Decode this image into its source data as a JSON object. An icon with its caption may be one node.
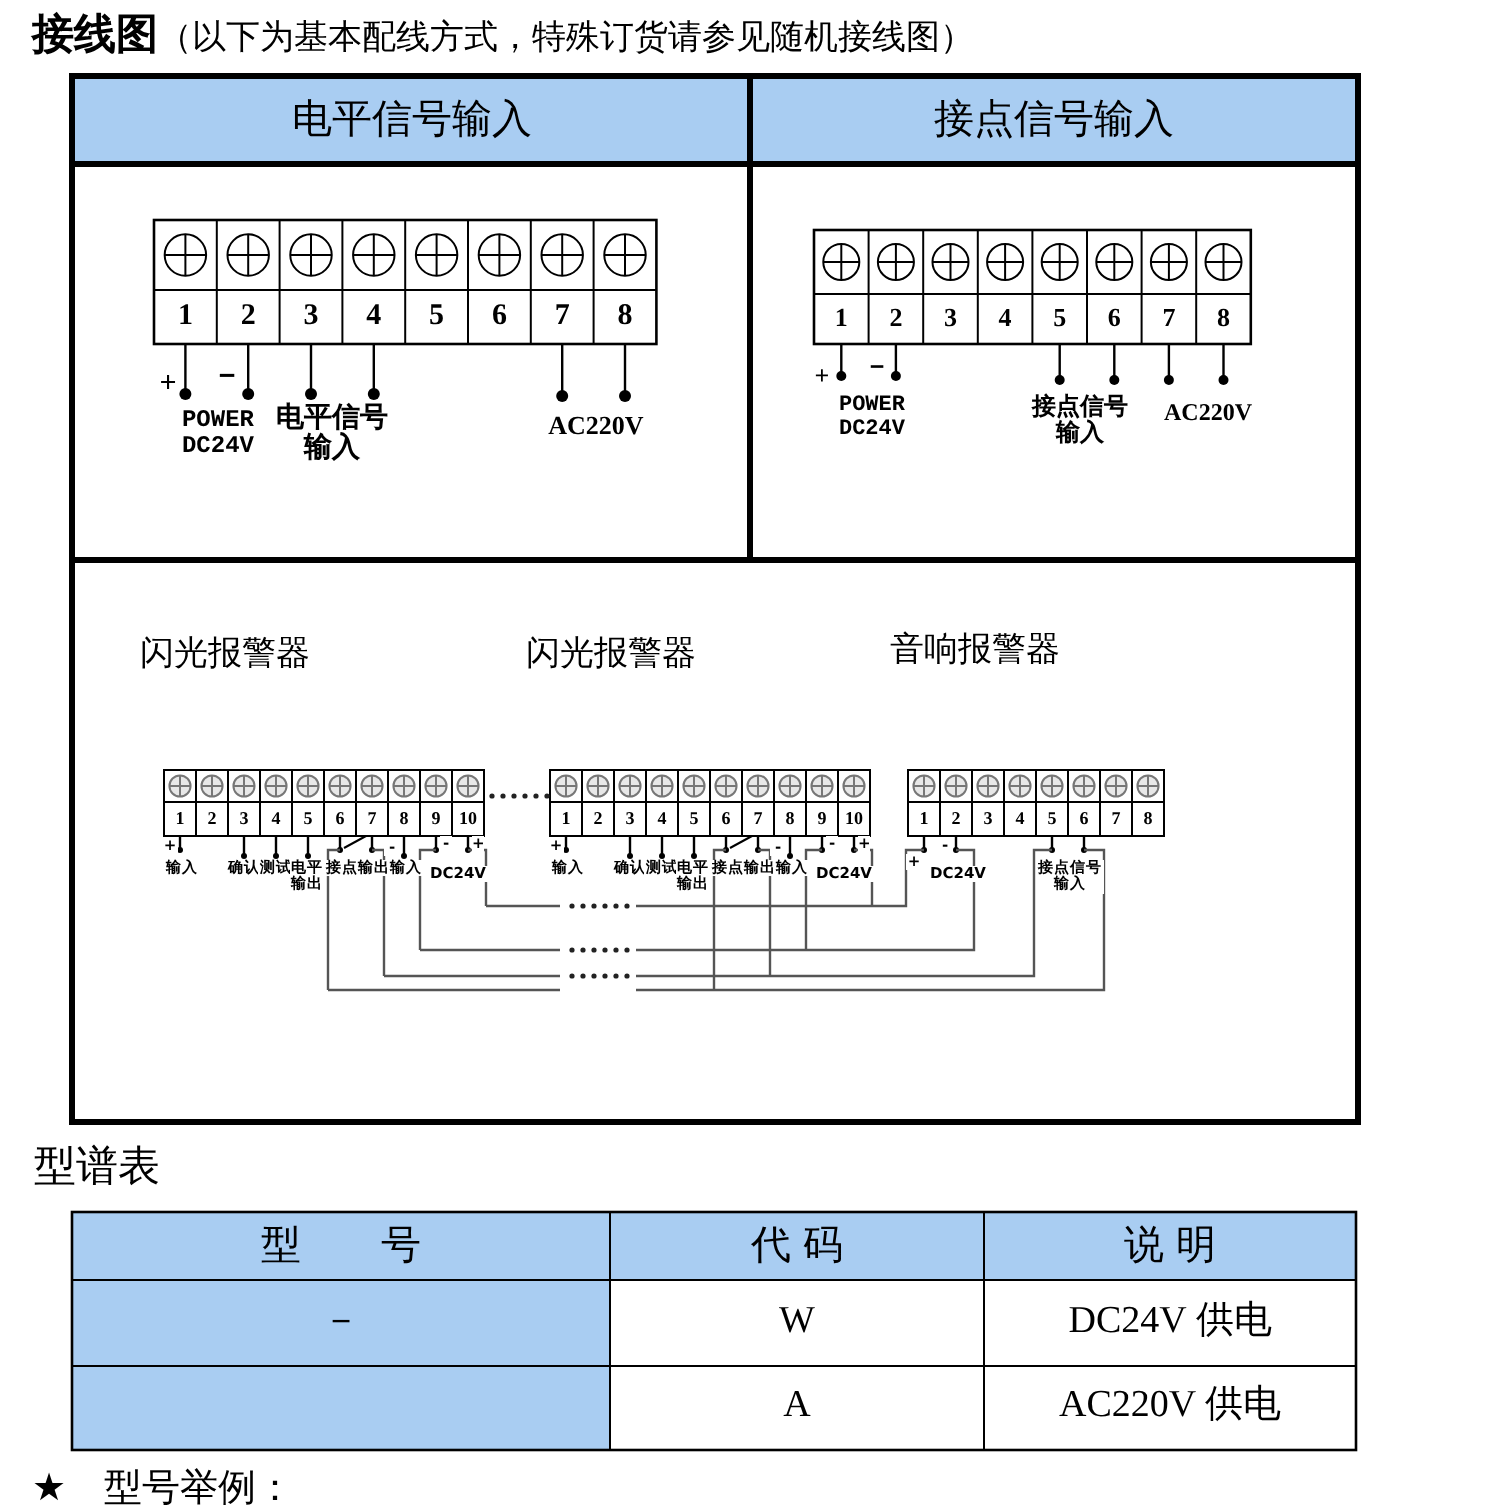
{
  "diagram": {
    "title": "**接线图**（以下为基本配线方式，特殊订货请参见随机接线图）",
    "labels": [
      "电平信号输入",
      "接点信号输入",
      "1",
      "2",
      "3",
      "4",
      "5",
      "6",
      "7",
      "8",
      "+",
      "－",
      "POWER DC24V",
      "电平信号输入",
      "AC220V",
      "1",
      "2",
      "3",
      "4",
      "5",
      "6",
      "7",
      "8",
      "+",
      "－",
      "POWER DC24V",
      "接点信号输入",
      "AC220V",
      "闪光报警器",
      "闪光报警器",
      "音响报警器",
      "1",
      "2",
      "3",
      "4",
      "5",
      "6",
      "7",
      "8",
      "9",
      "10",
      "+",
      "输入",
      "确认",
      "测试",
      "电平输出",
      "接点输出",
      "-",
      "输入",
      "-",
      "DC24V",
      "+",
      "1",
      "2",
      "3",
      "4",
      "5",
      "6",
      "7",
      "8",
      "9",
      "10",
      "+",
      "输入",
      "确认",
      "测试",
      "电平输出",
      "接点输出",
      "-",
      "输入",
      "-",
      "DC24V",
      "+",
      "1",
      "2",
      "3",
      "4",
      "5",
      "6",
      "7",
      "8",
      "+",
      "-",
      "DC24V",
      "接点信号输入",
      "型谱表",
      "型　　号",
      "代 码",
      "说 明",
      "－",
      "W",
      "DC24V 供电",
      "A",
      "AC220V 供电",
      "★　型号举例："
    ]
  }
}
